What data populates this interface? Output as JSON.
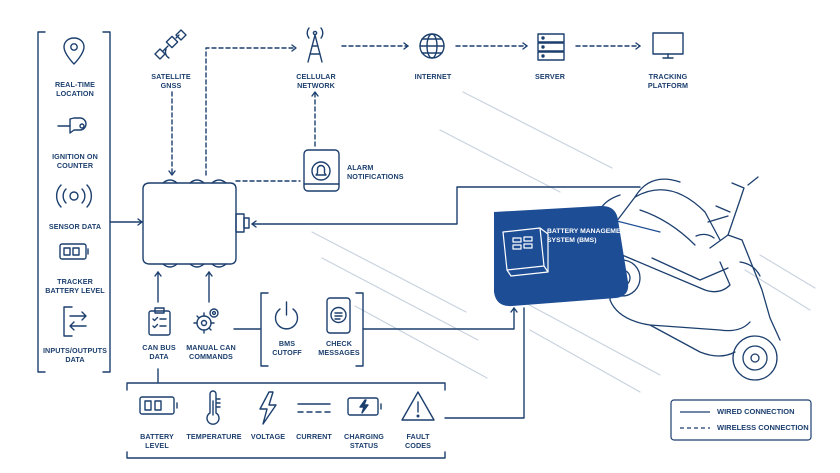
{
  "colors": {
    "stroke": "#1c3f6e",
    "bms_fill": "#1d4d94",
    "background": "#ffffff"
  },
  "left_panel": {
    "items": [
      {
        "icon": "location-pin-icon",
        "line1": "REAL-TIME",
        "line2": "LOCATION"
      },
      {
        "icon": "ignition-key-icon",
        "line1": "IGNITION ON",
        "line2": "COUNTER"
      },
      {
        "icon": "sensor-signal-icon",
        "line1": "SENSOR DATA",
        "line2": ""
      },
      {
        "icon": "tracker-battery-icon",
        "line1": "TRACKER",
        "line2": "BATTERY LEVEL"
      },
      {
        "icon": "input-output-icon",
        "line1": "INPUTS/OUTPUTS",
        "line2": "DATA"
      }
    ]
  },
  "top_flow": {
    "satellite": {
      "icon": "satellite-icon",
      "line1": "SATELLITE",
      "line2": "GNSS"
    },
    "cellular": {
      "icon": "cell-tower-icon",
      "line1": "CELLULAR",
      "line2": "NETWORK"
    },
    "internet": {
      "icon": "globe-icon",
      "line1": "INTERNET"
    },
    "server": {
      "icon": "server-icon",
      "line1": "SERVER"
    },
    "platform": {
      "icon": "monitor-icon",
      "line1": "TRACKING",
      "line2": "PLATFORM"
    }
  },
  "alarm": {
    "icon": "phone-bell-icon",
    "line1": "ALARM",
    "line2": "NOTIFICATIONS"
  },
  "middle": {
    "can_bus": {
      "icon": "clipboard-icon",
      "line1": "CAN BUS",
      "line2": "DATA"
    },
    "manual_can": {
      "icon": "gears-icon",
      "line1": "MANUAL CAN",
      "line2": "COMMANDS"
    },
    "bms_cutoff": {
      "icon": "power-icon",
      "line1": "BMS",
      "line2": "CUTOFF"
    },
    "check_messages": {
      "icon": "phone-message-icon",
      "line1": "CHECK",
      "line2": "MESSAGES"
    }
  },
  "bottom_panel": {
    "items": [
      {
        "icon": "battery-level-icon",
        "line1": "BATTERY",
        "line2": "LEVEL"
      },
      {
        "icon": "thermometer-icon",
        "line1": "TEMPERATURE",
        "line2": ""
      },
      {
        "icon": "lightning-icon",
        "line1": "VOLTAGE",
        "line2": ""
      },
      {
        "icon": "current-icon",
        "line1": "CURRENT",
        "line2": ""
      },
      {
        "icon": "charging-battery-icon",
        "line1": "CHARGING",
        "line2": "STATUS"
      },
      {
        "icon": "warning-triangle-icon",
        "line1": "FAULT",
        "line2": "CODES"
      }
    ]
  },
  "bms": {
    "line1": "BATTERY MANAGEMENT",
    "line2": "SYSTEM (BMS)"
  },
  "legend": {
    "wired": "WIRED CONNECTION",
    "wireless": "WIRELESS CONNECTION"
  }
}
